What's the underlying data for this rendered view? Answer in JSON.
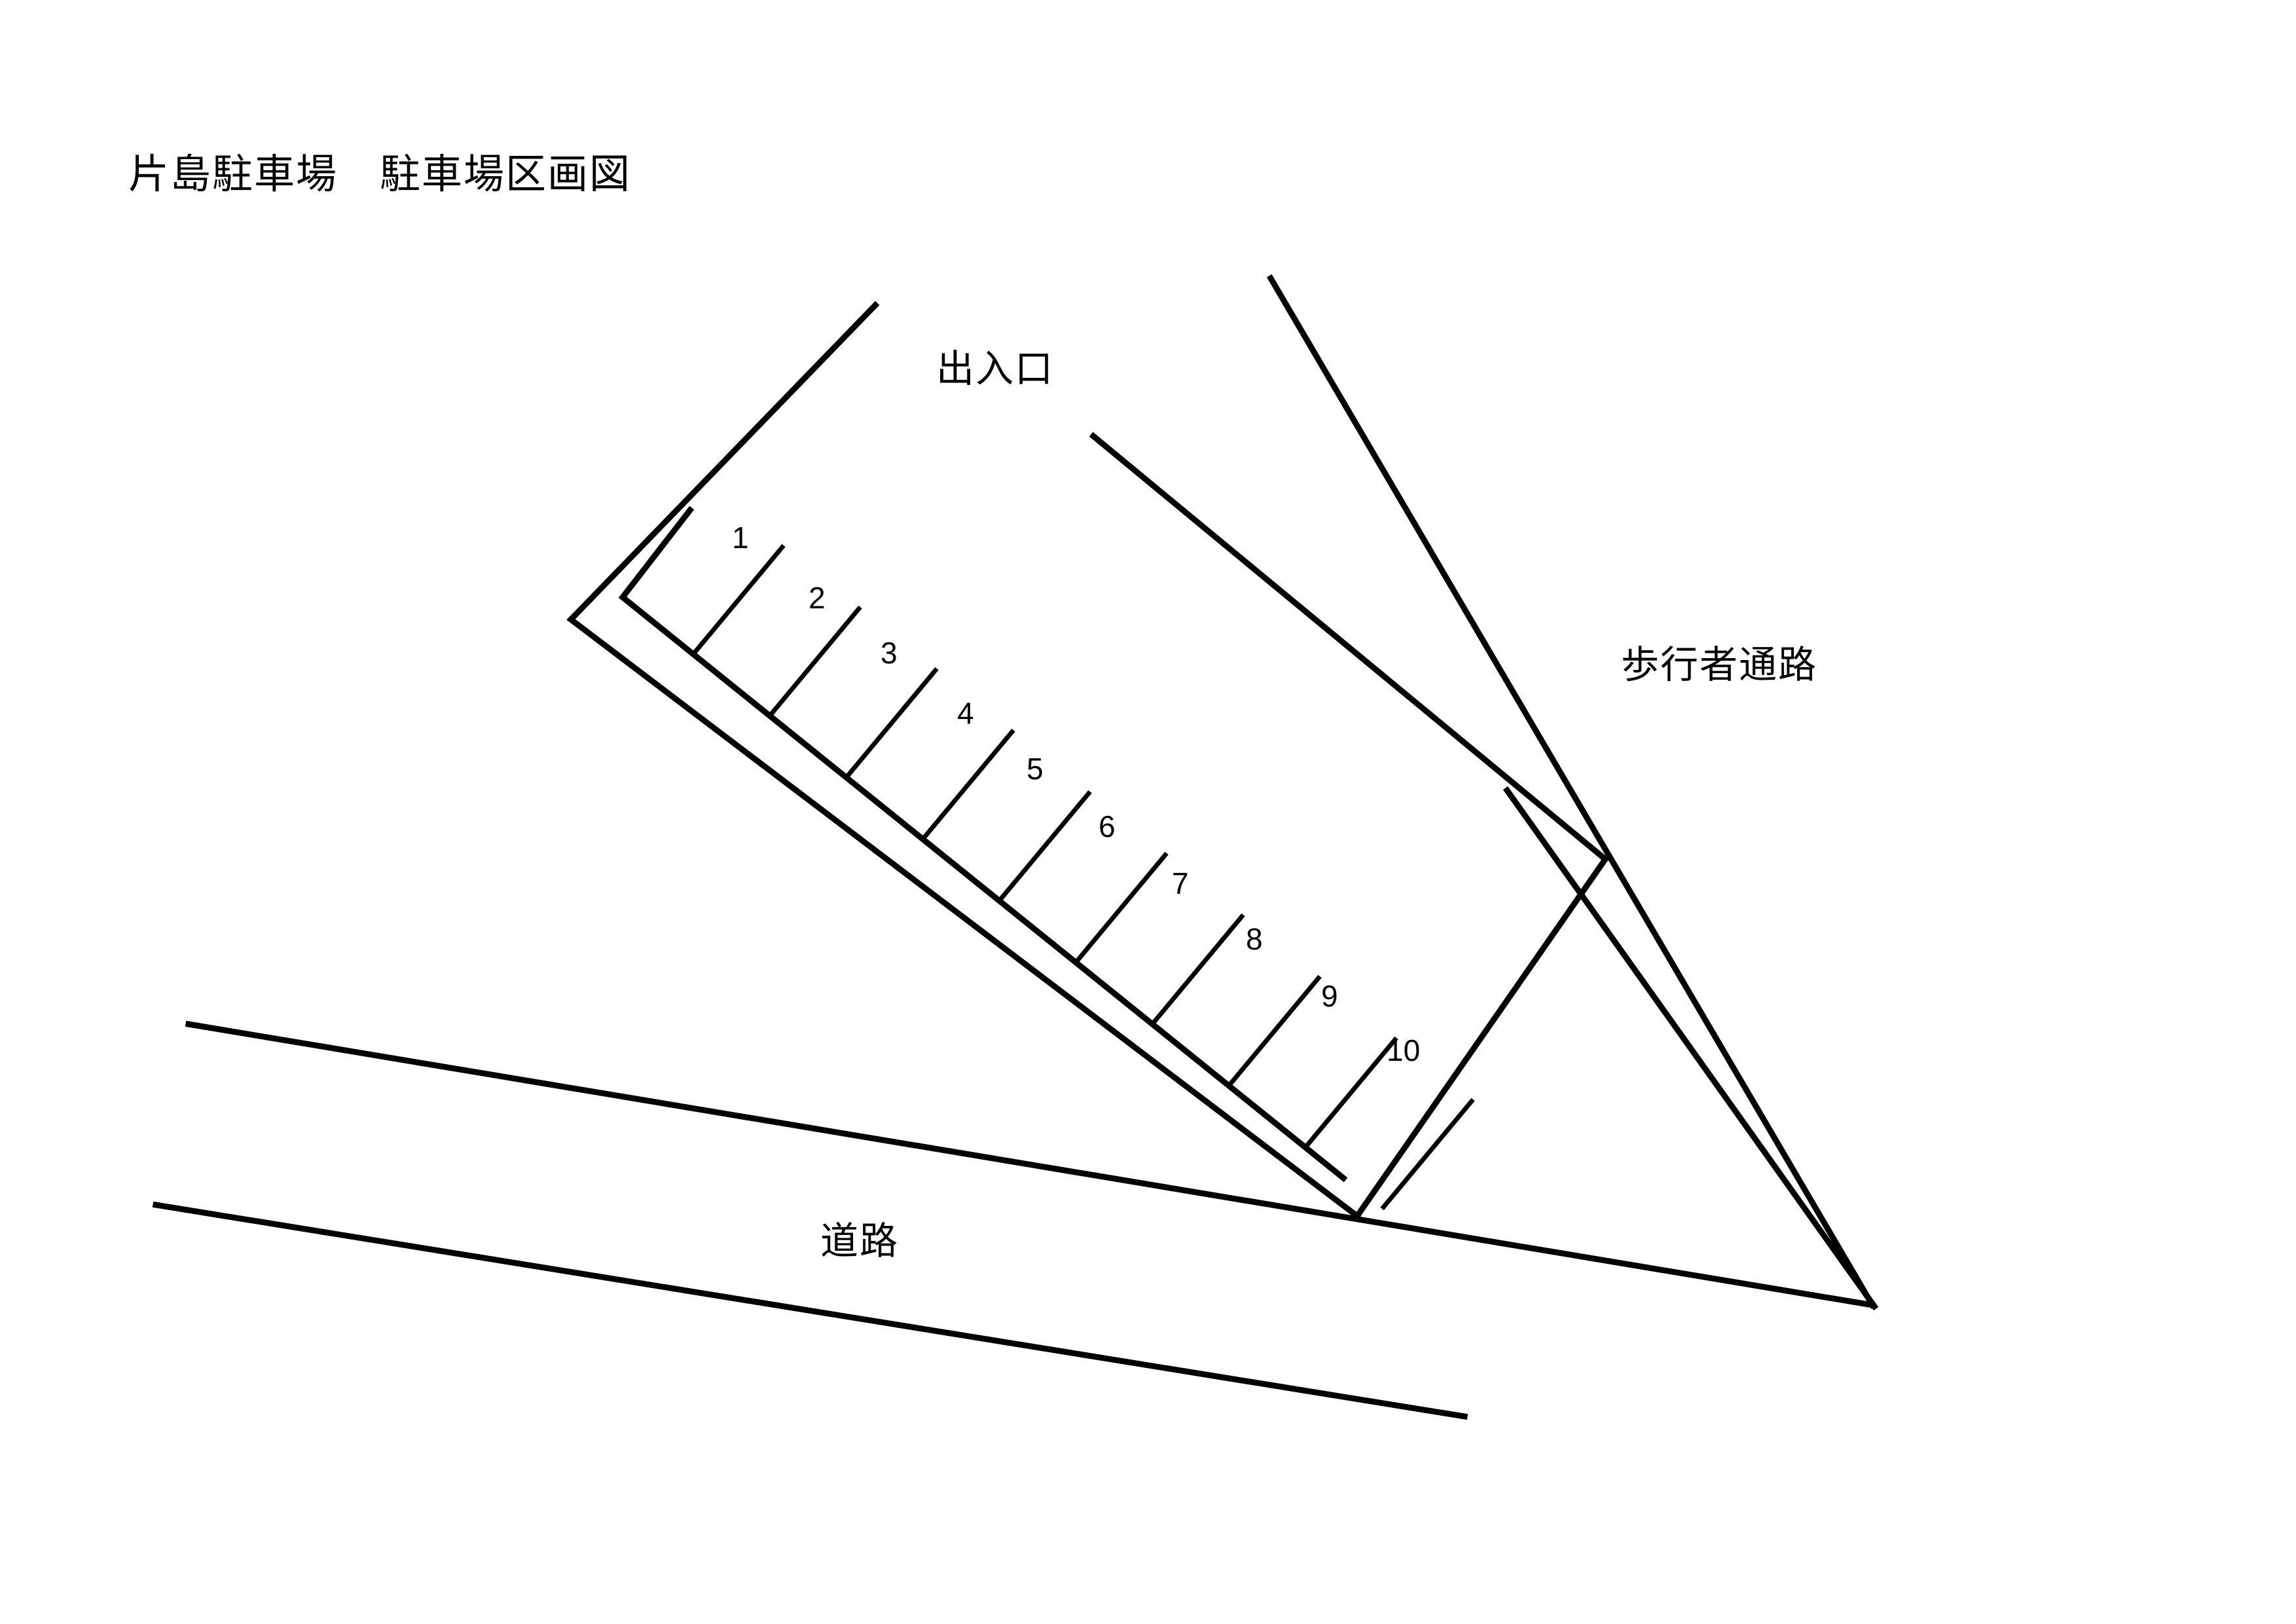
{
  "document": {
    "title": "片島駐車場　駐車場区画図",
    "lot_name": "片島駐車場",
    "drawing_name": "駐車場区画図"
  },
  "labels": {
    "entrance": "出入口",
    "pedestrian_path": "歩行者通路",
    "road": "道路"
  },
  "stalls": [
    {
      "number": "1"
    },
    {
      "number": "2"
    },
    {
      "number": "3"
    },
    {
      "number": "4"
    },
    {
      "number": "5"
    },
    {
      "number": "6"
    },
    {
      "number": "7"
    },
    {
      "number": "8"
    },
    {
      "number": "9"
    },
    {
      "number": "10"
    }
  ],
  "stall_count": 10,
  "colors": {
    "ink": "#000000",
    "paper": "#ffffff"
  }
}
